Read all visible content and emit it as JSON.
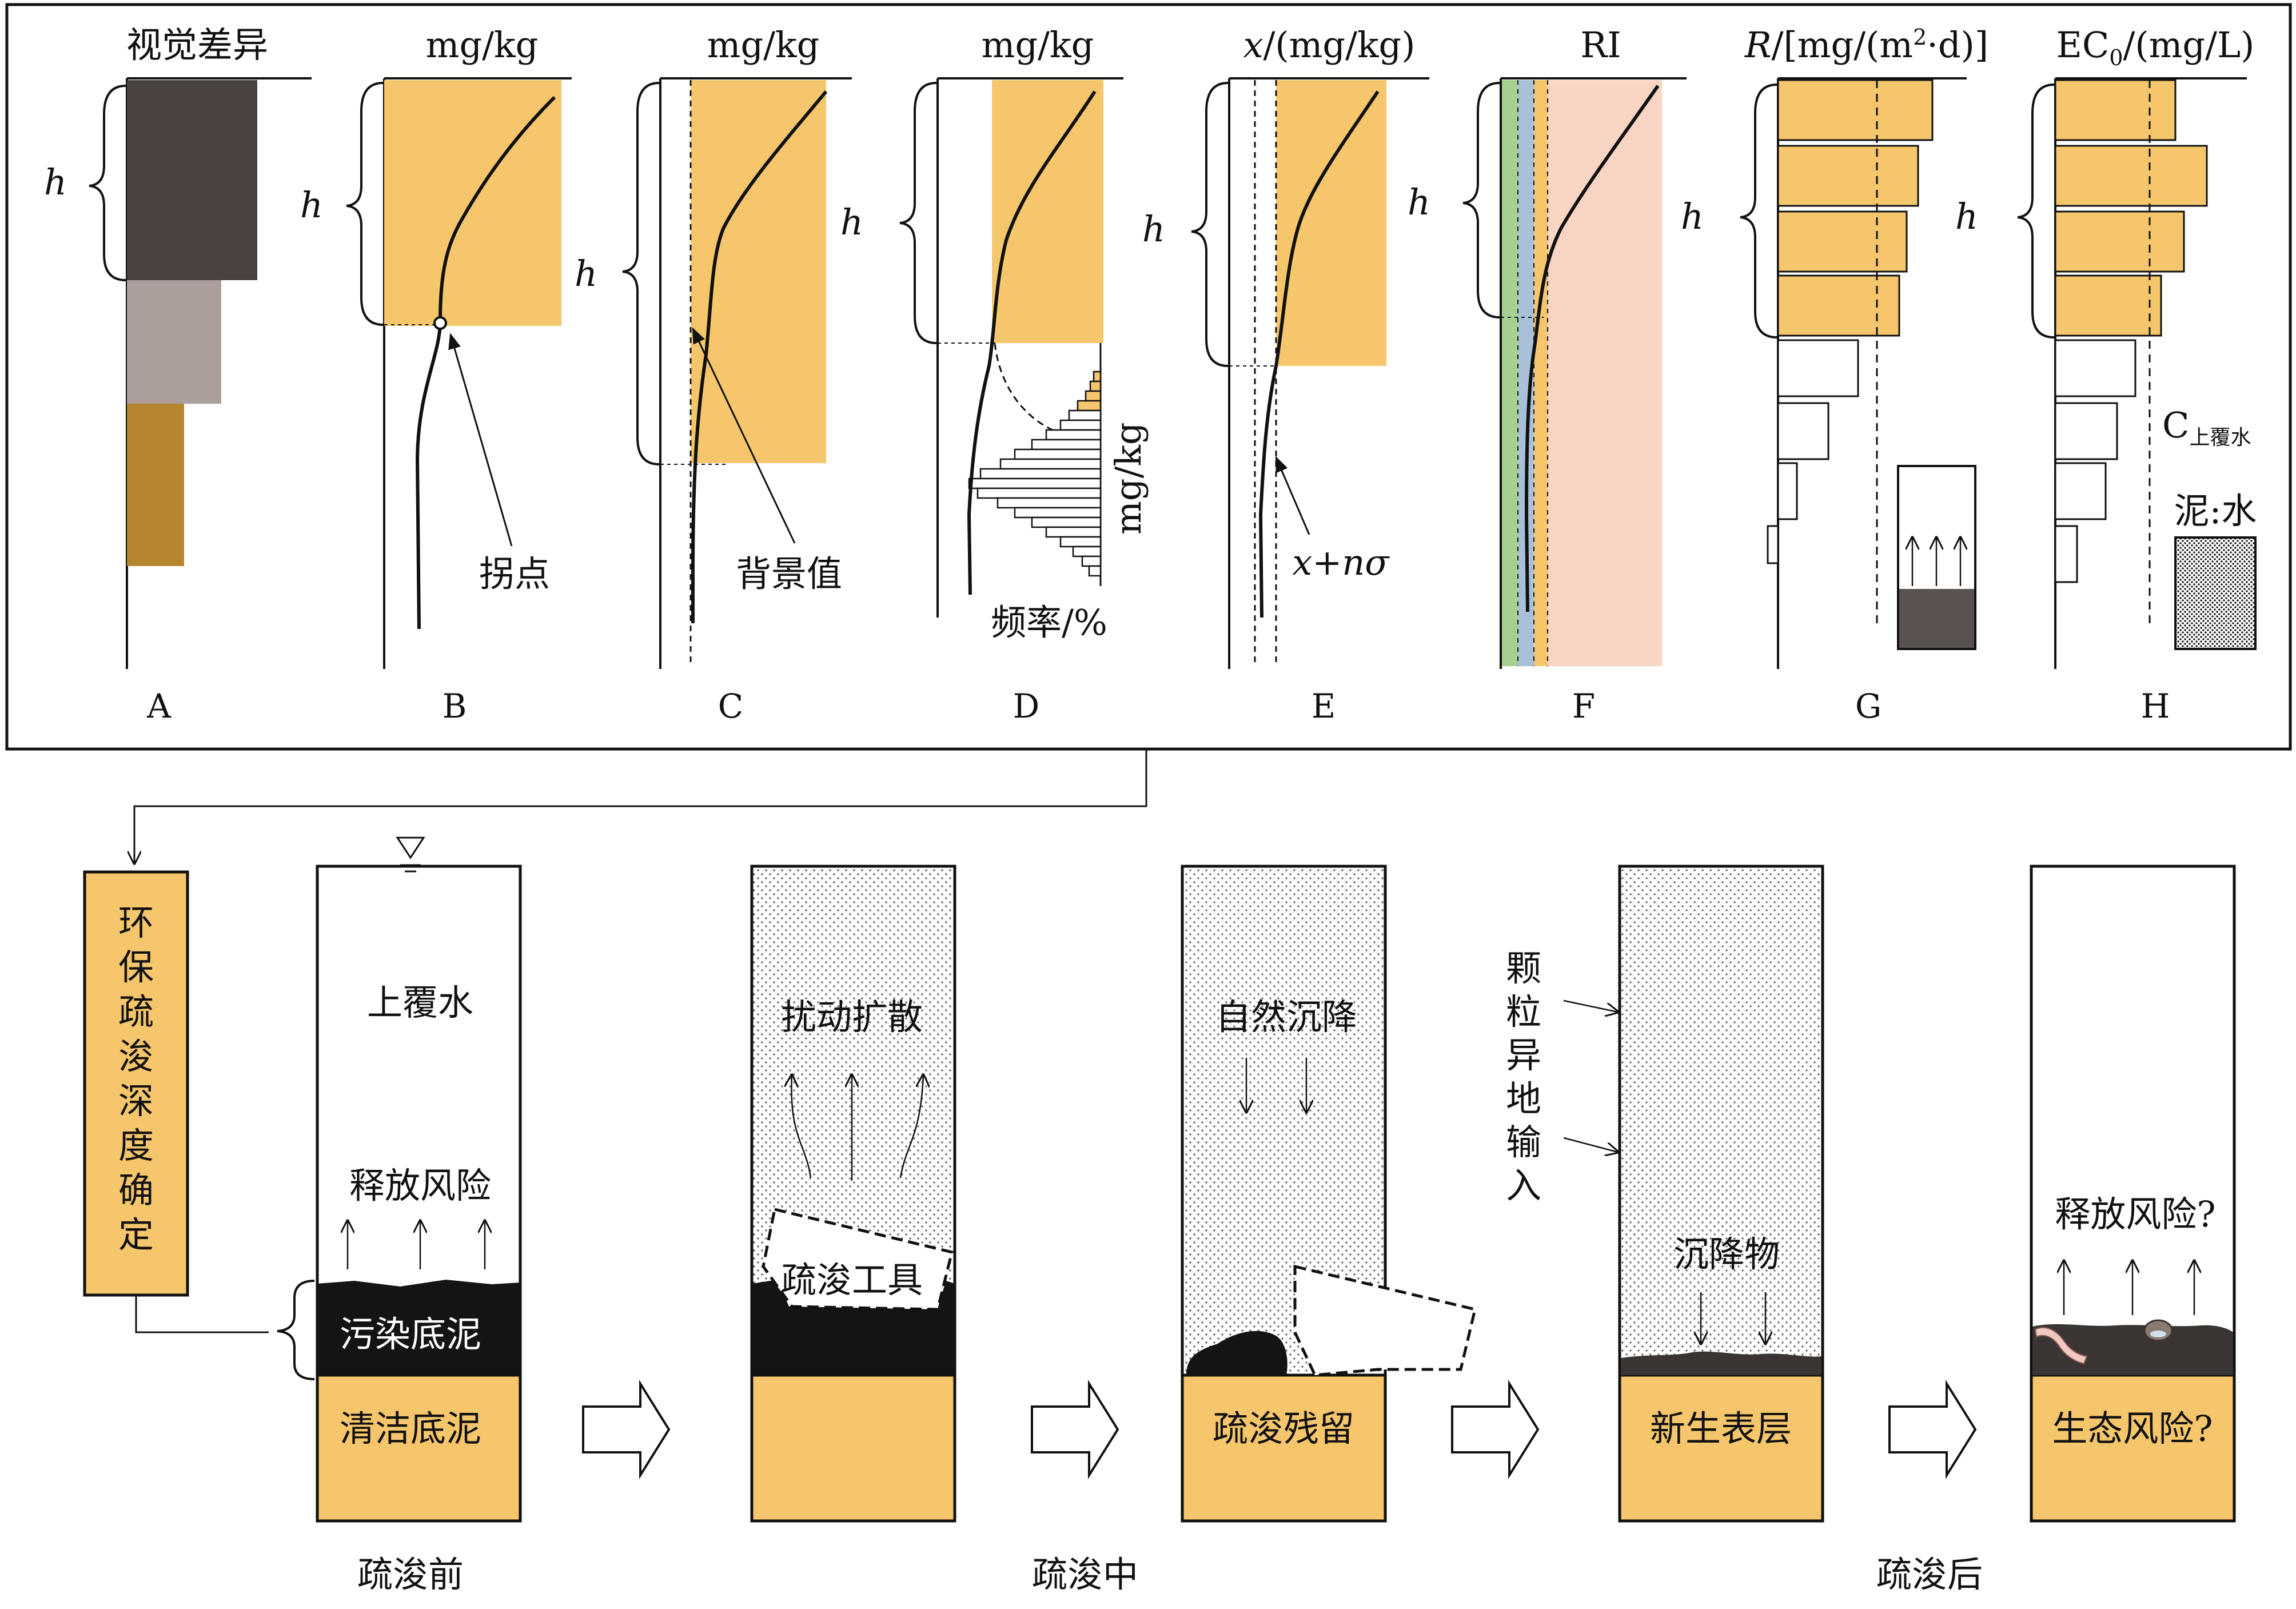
{
  "panels": [
    {
      "letter": "A",
      "header": "视觉差异"
    },
    {
      "letter": "B",
      "header": "mg/kg",
      "note": "拐点"
    },
    {
      "letter": "C",
      "header": "mg/kg",
      "note": "背景值"
    },
    {
      "letter": "D",
      "header": "mg/kg",
      "inner_axis": "mg/kg",
      "freq_label": "频率/%"
    },
    {
      "letter": "E",
      "header": "x/(mg/kg)",
      "note": "x+nσ"
    },
    {
      "letter": "F",
      "header": "RI"
    },
    {
      "letter": "G",
      "header": "R/[mg/(m²·d)]"
    },
    {
      "letter": "H",
      "header": "EC₀/(mg/L)",
      "sub_c": "C",
      "sub_c_small": "上覆水",
      "mud_water": "泥:水"
    }
  ],
  "depth_symbol": "h",
  "flow": {
    "left_box": [
      "环",
      "保",
      "疏",
      "浚",
      "深",
      "度",
      "确",
      "定"
    ],
    "columns": [
      {
        "top_label": "上覆水",
        "mid_label": "释放风险",
        "dark_label": "污染底泥",
        "bottom_label": "清洁底泥",
        "caption": "疏浚前"
      },
      {
        "top_label": "扰动扩散",
        "tool_label": "疏浚工具",
        "caption": "疏浚中"
      },
      {
        "top_label": "自然沉降",
        "bottom_label": "疏浚残留"
      },
      {
        "side_label": [
          "颗",
          "粒",
          "异",
          "地",
          "输",
          "入"
        ],
        "mid_label": "沉降物",
        "bottom_label": "新生表层",
        "caption": "疏浚后"
      },
      {
        "mid_label": "释放风险?",
        "bottom_label": "生态风险?"
      }
    ]
  },
  "colors": {
    "orange": "#f5c66b",
    "dark_brown": "#4a4340",
    "grey_brown": "#ab9e9b",
    "ochre": "#b5862e",
    "black": "#141414",
    "green": "#a6d08f",
    "blue": "#a9c0d9",
    "pink": "#f9d5c4"
  }
}
